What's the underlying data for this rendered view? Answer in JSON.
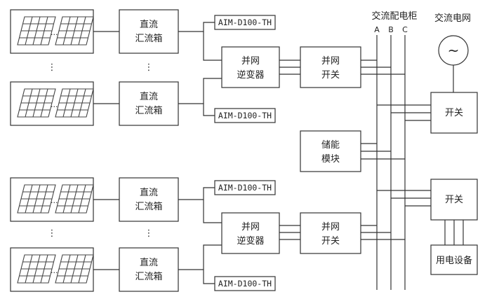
{
  "labels": {
    "dc_combiner_l1": "直流",
    "dc_combiner_l2": "汇流箱",
    "inverter_l1": "并网",
    "inverter_l2": "逆变器",
    "grid_switch_l1": "并网",
    "grid_switch_l2": "开关",
    "meter": "AIM-D100-TH",
    "ac_cabinet": "交流配电柜",
    "phase_a": "A",
    "phase_b": "B",
    "phase_c": "C",
    "ac_grid": "交流电网",
    "switch": "开关",
    "storage_l1": "储能",
    "storage_l2": "模块",
    "load": "用电设备",
    "dots_v": "⋮",
    "dots_h": "...",
    "ac_symbol": "~"
  }
}
